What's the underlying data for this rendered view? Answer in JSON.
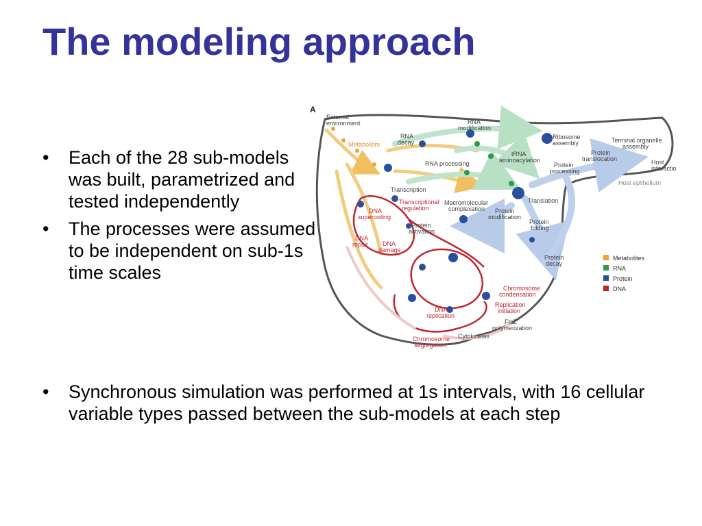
{
  "slide": {
    "title": "The modeling approach",
    "bullet_symbol": "•",
    "bullets": [
      "Each of the 28 sub-models was built, parametrized and tested independently",
      "The processes were assumed to be independent on sub-1s time scales",
      "Synchronous simulation was performed at 1s intervals, with 16 cellular variable types passed between the sub-models at each step"
    ]
  },
  "figure": {
    "panel_label": "A",
    "labels": {
      "external_environment": [
        "External",
        "environment"
      ],
      "metabolism": "Metabolism",
      "rna_decay": [
        "RNA",
        "decay"
      ],
      "rna_modification": [
        "RNA",
        "modification"
      ],
      "ribosome_assembly": [
        "Ribosome",
        "assembly"
      ],
      "terminal_organelle_assembly": [
        "Terminal organelle",
        "assembly"
      ],
      "trna_aminoacylation": [
        "tRNA",
        "aminoacylation"
      ],
      "protein_translocation": [
        "Protein",
        "translocation"
      ],
      "host_interaction": [
        "Host",
        "interaction"
      ],
      "host_epithelium": "Host epithelium",
      "rna_processing": "RNA processing",
      "protein_processing": [
        "Protein",
        "processing"
      ],
      "transcription": "Transcription",
      "translation": "Translation",
      "transcriptional_regulation": [
        "Transcriptional",
        "regulation"
      ],
      "macromolecular_complexation": [
        "Macromolecular",
        "complexation"
      ],
      "dna_supercoiling": [
        "DNA",
        "supercoiling"
      ],
      "protein_activation": [
        "Protein",
        "activation"
      ],
      "protein_modification": [
        "Protein",
        "modification"
      ],
      "protein_folding": [
        "Protein",
        "folding"
      ],
      "dna_repair": [
        "DNA",
        "repair"
      ],
      "dna_damage": [
        "DNA",
        "damage"
      ],
      "protein_decay": [
        "Protein",
        "decay"
      ],
      "chromosome_condensation": [
        "Chromosome",
        "condensation"
      ],
      "replication_initiation": [
        "Replication",
        "initiation"
      ],
      "dna_replication": [
        "DNA",
        "replication"
      ],
      "ftsz_polymerization": [
        "FtsZ",
        "polymerization"
      ],
      "cytokinesis": "Cytokinesis",
      "chromosome_segregation": [
        "Chromosome",
        "segregation"
      ]
    },
    "legend": [
      {
        "label": "Metabolites",
        "color": "#e8a53a"
      },
      {
        "label": "RNA",
        "color": "#2e9a4e"
      },
      {
        "label": "Protein",
        "color": "#2a4f9e"
      },
      {
        "label": "DNA",
        "color": "#c0262e"
      }
    ]
  }
}
